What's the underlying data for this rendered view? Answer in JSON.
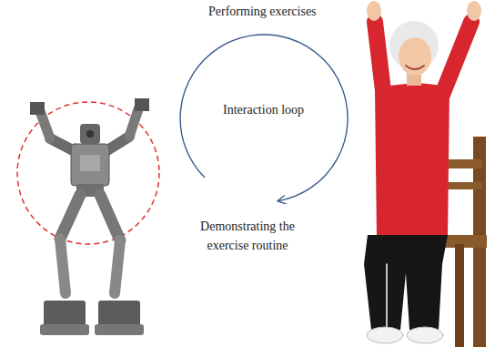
{
  "diagram": {
    "labels": [
      "Performing exercises",
      "Interaction loop",
      "Demonstrating the exercise routine"
    ]
  }
}
